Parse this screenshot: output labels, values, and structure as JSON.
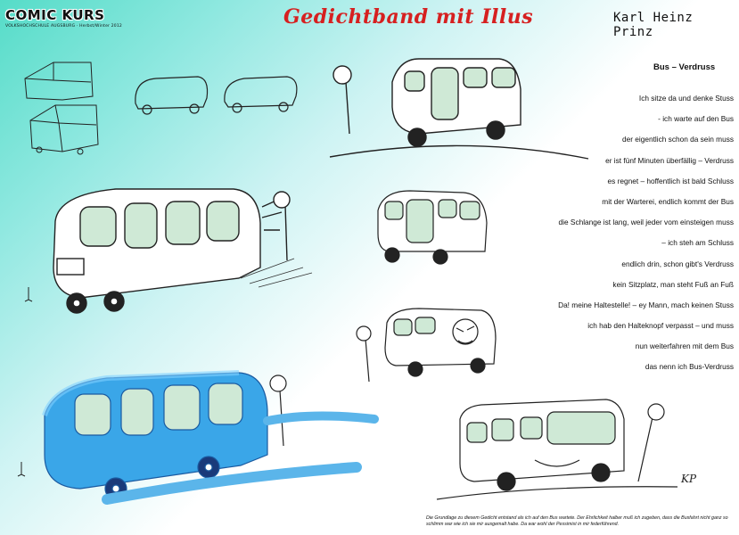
{
  "header": {
    "logo_title": "COMIC KURS",
    "logo_subtitle": "VOLKSHOCHSCHULE AUGSBURG · Herbst/Winter 2012",
    "title": "Gedichtband mit Illus",
    "author": "Karl Heinz Prinz"
  },
  "poem": {
    "title": "Bus – Verdruss",
    "lines": [
      "Ich sitze da und denke Stuss",
      "- ich warte auf den Bus",
      "der eigentlich schon da sein muss",
      "er ist fünf Minuten überfällig – Verdruss",
      "es regnet – hoffentlich ist bald Schluss",
      "mit der Warterei, endlich kommt der Bus",
      "die Schlange ist lang, weil jeder vom einsteigen muss",
      "– ich steh am Schluss",
      "endlich drin, schon gibt's Verdruss",
      "kein Sitzplatz, man steht Fuß an Fuß",
      "Da! meine Haltestelle! – ey Mann, mach keinen Stuss",
      "ich hab den Halteknopf verpasst – und muss",
      "nun weiterfahren mit dem Bus",
      "das nenn ich Bus-Verdruss"
    ]
  },
  "footnote": "Die Grundlage zu diesem Gedicht entstand als ich auf den Bus wartete. Der Ehrlichkeit halber muß ich zugeben, dass die Busfahrt nicht ganz so schlimm war wie ich sie mir ausgemalt habe. Da war wohl der Pessimist in mir federführend.",
  "signature": "KP",
  "colors": {
    "title_red": "#d62020",
    "bus_blue": "#3aa6e8",
    "teal": "#55dcc8"
  }
}
